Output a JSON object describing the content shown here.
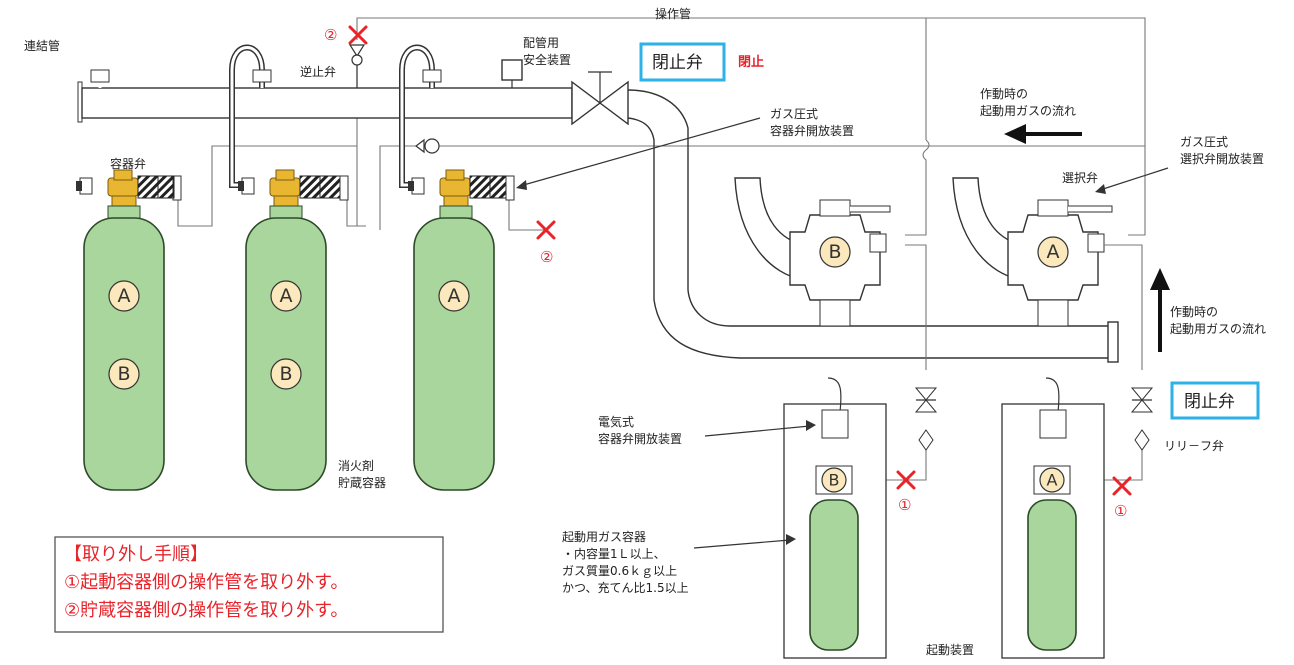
{
  "labels": {
    "connecting_pipe": "連結管",
    "check_valve": "逆止弁",
    "operation_pipe": "操作管",
    "safety_device_l1": "配管用",
    "safety_device_l2": "安全装置",
    "closing_valve": "閉止弁",
    "closed": "閉止",
    "gas_opener_l1": "ガス圧式",
    "gas_opener_l2": "容器弁開放装置",
    "container_valve": "容器弁",
    "flow_top_l1": "作動時の",
    "flow_top_l2": "起動用ガスの流れ",
    "selector_opener_l1": "ガス圧式",
    "selector_opener_l2": "選択弁開放装置",
    "selector_valve": "選択弁",
    "flow_right_l1": "作動時の",
    "flow_right_l2": "起動用ガスの流れ",
    "storage_l1": "消火剤",
    "storage_l2": "貯蔵容器",
    "electric_opener_l1": "電気式",
    "electric_opener_l2": "容器弁開放装置",
    "closing_valve_2": "閉止弁",
    "relief_valve": "リリ－フ弁",
    "start_gas_l1": "起動用ガス容器",
    "start_gas_l2": "・内容量1Ｌ以上、",
    "start_gas_l3": "ガス質量0.6ｋｇ以上",
    "start_gas_l4": "かつ、充てん比1.5以上",
    "starter": "起動装置",
    "mark_1": "①",
    "mark_2": "②",
    "badge_a": "A",
    "badge_b": "B"
  },
  "procedure": {
    "title": "【取り外し手順】",
    "step1": "①起動容器側の操作管を取り外す。",
    "step2": "②貯蔵容器側の操作管を取り外す。"
  },
  "colors": {
    "cylinder": "#a9d69c",
    "valve_brass": "#e9b631",
    "red": "#e8232a",
    "highlight_box": "#2cb1e8",
    "badge": "#fbe9bd"
  }
}
